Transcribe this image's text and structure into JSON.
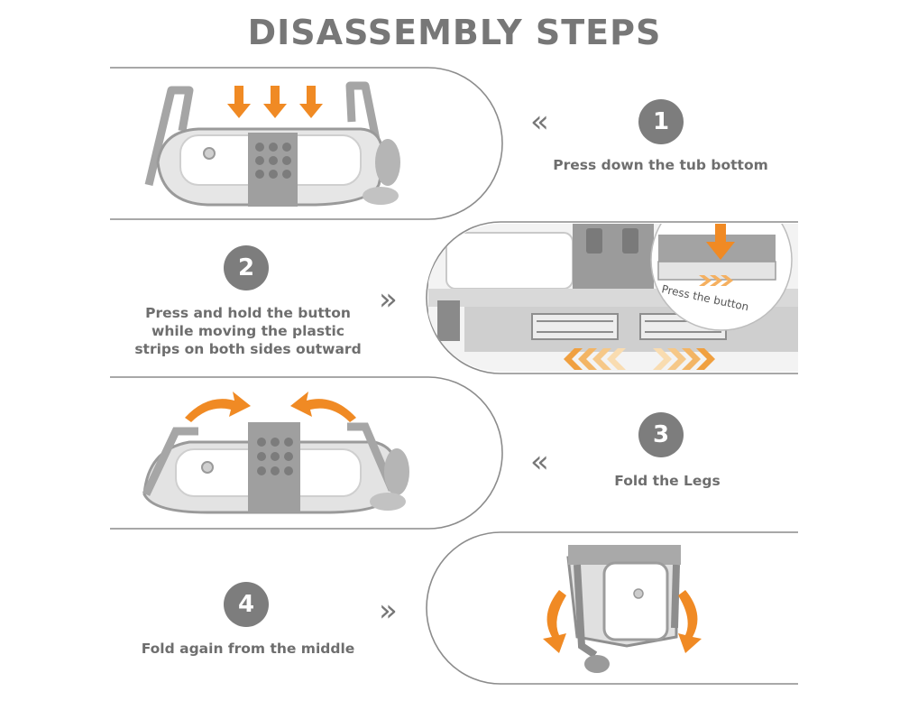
{
  "title": "DISASSEMBLY STEPS",
  "steps": [
    {
      "number": "1",
      "caption": "Press down the tub bottom",
      "chevron": "«"
    },
    {
      "number": "2",
      "caption_lines": [
        "Press and hold the button",
        "while moving the plastic",
        "strips on both sides outward"
      ],
      "chevron": "»",
      "inset_label": "Press the button"
    },
    {
      "number": "3",
      "caption": "Fold the Legs",
      "chevron": "«"
    },
    {
      "number": "4",
      "caption": "Fold again from the middle",
      "chevron": "»"
    }
  ],
  "colors": {
    "accent": "#f08a24",
    "gray": "#7d7d7d",
    "frame": "#8a8a8a"
  }
}
